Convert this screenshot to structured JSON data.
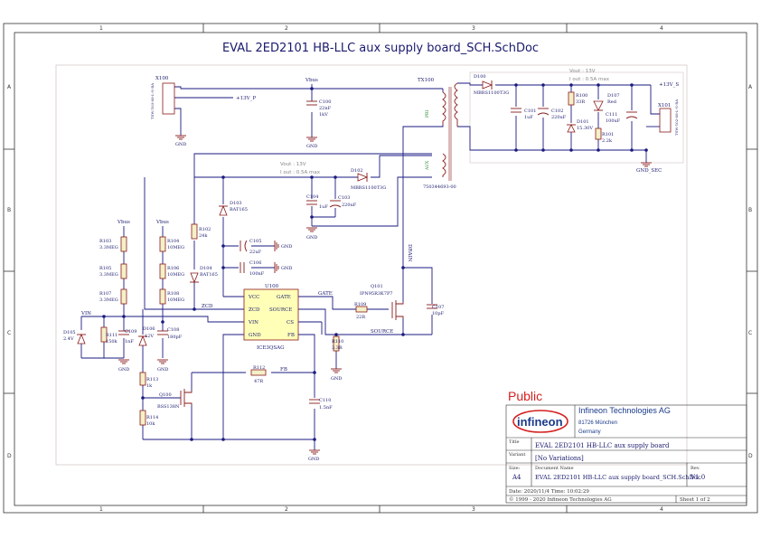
{
  "sheet_title": "EVAL 2ED2101 HB-LLC aux supply board_SCH.SchDoc",
  "zone_cols": [
    "1",
    "2",
    "3",
    "4"
  ],
  "zone_rows": [
    "A",
    "B",
    "C",
    "D"
  ],
  "public_label": "Public",
  "company": {
    "logo": "infineon",
    "name": "Infineon Technologies AG",
    "city": "81726 München",
    "country": "Germany"
  },
  "title_block": {
    "title_label": "Title",
    "title": "EVAL 2ED2101 HB-LLC aux supply board",
    "variant_label": "Variant",
    "variant": "[No Variations]",
    "size_label": "Size:",
    "size": "A4",
    "docnum_label": "Document Name",
    "docnum": "EVAL 2ED2101 HB-LLC aux supply board_SCH.SchDoc",
    "rev_label": "Rev.",
    "rev": "V1.0",
    "date_line": "Date: 2020/11/4    Time: 10:02:29",
    "copyright": "© 1999 - 2020 Infineon Technologies AG",
    "sheet_line": "Sheet 1        of 2"
  },
  "nets": {
    "vbus": "Vbus",
    "p13v_p": "+13V_P",
    "p13v_s": "+13V_S",
    "gnd": "GND",
    "gnd_sec": "GND_SEC",
    "zcd": "ZCD",
    "vin": "VIN",
    "gate": "GATE",
    "source": "SOURCE",
    "drain": "DRAIN",
    "fb": "FB"
  },
  "annotations": {
    "vout1": "Vout : 13V",
    "iout1": "I out : 0.5A max",
    "vout2": "Vout : 13V",
    "iout2": "I out : 0.5A max"
  },
  "components": {
    "X100": {
      "ref": "X100",
      "value": "TSW-103-08-L-S-RA"
    },
    "X101": {
      "ref": "X101",
      "value": "TSW-102-08-L-S-RA"
    },
    "TX100": {
      "ref": "TX100",
      "value": "750344693-00",
      "aux": "AUX",
      "pri": "PRI"
    },
    "C100": {
      "ref": "C100",
      "value": "22nF",
      "v": "1kV"
    },
    "D100": {
      "ref": "D100",
      "value": "MBRS1100T3G"
    },
    "C101": {
      "ref": "C101",
      "value": "1uF"
    },
    "C102": {
      "ref": "C102",
      "value": "220uF"
    },
    "R100": {
      "ref": "R100",
      "value": "33R"
    },
    "D107": {
      "ref": "D107",
      "value": "Red"
    },
    "D101": {
      "ref": "D101",
      "value": "15.30V"
    },
    "R101": {
      "ref": "R101",
      "value": "2.2k"
    },
    "C111": {
      "ref": "C111",
      "value": "100uF"
    },
    "D102": {
      "ref": "D102",
      "value": "MBRS1100T3G"
    },
    "C104": {
      "ref": "C104",
      "value": "1uF"
    },
    "C103": {
      "ref": "C103",
      "value": "220uF"
    },
    "D103": {
      "ref": "D103",
      "value": "BAT165"
    },
    "R102": {
      "ref": "R102",
      "value": "24k"
    },
    "C105": {
      "ref": "C105",
      "value": "22uF"
    },
    "C106": {
      "ref": "C106",
      "value": "100nF"
    },
    "D104": {
      "ref": "D104",
      "value": "BAT165"
    },
    "R103": {
      "ref": "R103",
      "value": "3.3MEG"
    },
    "R105": {
      "ref": "R105",
      "value": "3.3MEG"
    },
    "R107": {
      "ref": "R107",
      "value": "3.3MEG"
    },
    "R104": {
      "ref": "R104",
      "value": "10MEG"
    },
    "R106": {
      "ref": "R106",
      "value": "10MEG"
    },
    "R108": {
      "ref": "R108",
      "value": "10MEG"
    },
    "U100": {
      "ref": "U100",
      "value": "ICE3QSAG",
      "pins": {
        "vcc": "VCC",
        "zcd": "ZCD",
        "vin": "VIN",
        "gnd": "GND",
        "gate": "GATE",
        "source": "SOURCE",
        "cs": "CS",
        "fb": "FB"
      }
    },
    "Q101": {
      "ref": "Q101",
      "value": "IPN95R3K7P7"
    },
    "R109": {
      "ref": "R109",
      "value": "22R"
    },
    "C107": {
      "ref": "C107",
      "value": "10pF"
    },
    "R110": {
      "ref": "R110",
      "value": "3.3R"
    },
    "D105": {
      "ref": "D105",
      "value": "2.4V"
    },
    "R111": {
      "ref": "R111",
      "value": "150k"
    },
    "C109": {
      "ref": "C109",
      "value": "1nF"
    },
    "D106": {
      "ref": "D106",
      "value": "12V"
    },
    "C108": {
      "ref": "C108",
      "value": "180pF"
    },
    "R113": {
      "ref": "R113",
      "value": "1k"
    },
    "Q100": {
      "ref": "Q100",
      "value": "BSS138N"
    },
    "R114": {
      "ref": "R114",
      "value": "10k"
    },
    "R112": {
      "ref": "R112",
      "value": "47R"
    },
    "C110": {
      "ref": "C110",
      "value": "1.5nF"
    }
  }
}
